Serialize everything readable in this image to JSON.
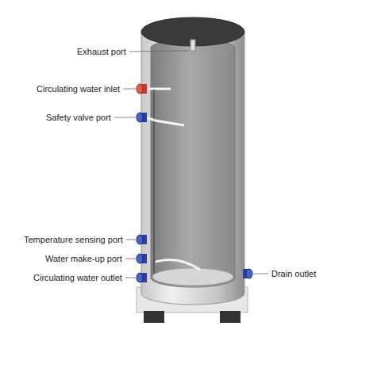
{
  "diagram": {
    "labels": [
      "Exhaust port",
      "Circulating water inlet",
      "Safety valve port",
      "Temperature sensing port",
      "Water make-up port",
      "Circulating water outlet",
      "Drain outlet"
    ]
  }
}
